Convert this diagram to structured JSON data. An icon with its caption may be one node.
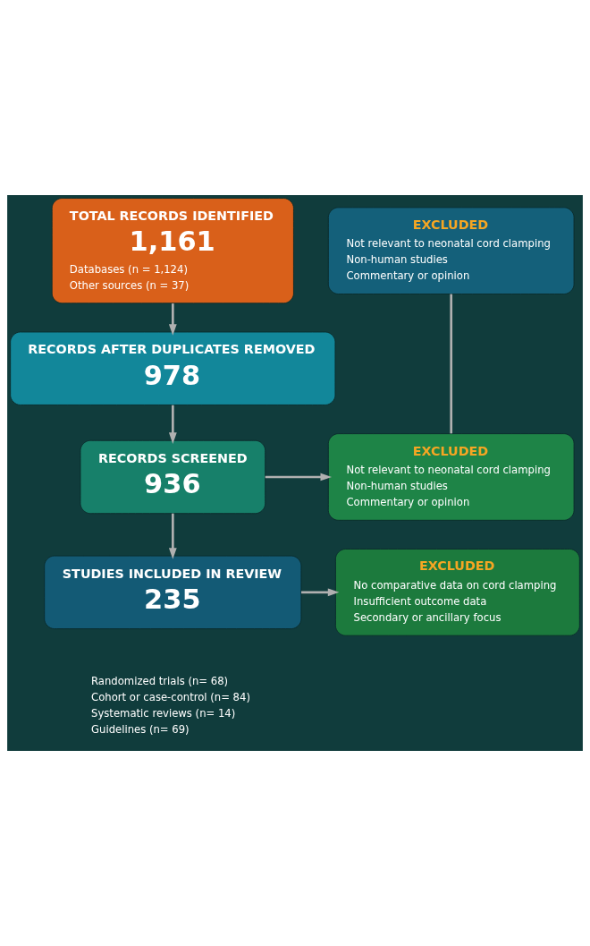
{
  "diagram": {
    "nodes": [
      {
        "text": [
          "TOTAL RECORDS IDENTIFIED",
          "1,161",
          "Databases (n = 1,124)",
          "Other sources (n = 37)"
        ]
      },
      {
        "text": [
          "EXCLUDED",
          "Not relevant to neonatal cord clamping",
          "Non-human studies",
          "Commentary or opinion"
        ]
      },
      {
        "text": [
          "RECORDS AFTER DUPLICATES REMOVED",
          "978"
        ]
      },
      {
        "text": [
          "EXCLUDED",
          "Not relevant to neonatal cord clamping",
          "Non-human studies",
          "Commentary or opinion"
        ]
      },
      {
        "text": [
          "RECORDS SCREENED",
          "936"
        ]
      },
      {
        "text": [
          "EXCLUDED",
          "No comparative data on cord clamping",
          "Insufficient outcome data",
          "Secondary or ancillary focus"
        ]
      },
      {
        "text": [
          "STUDIES INCLUDED IN REVIEW",
          "235"
        ],
        "beside": [
          "Randomized trials (n= 68)",
          "Cohort or case-control (n= 84)",
          "Systematic reviews (n= 14)",
          "Guidelines (n= 69)"
        ]
      }
    ],
    "edges": [
      {
        "from": 0,
        "to": 2,
        "arrow": "to"
      },
      {
        "from": 1,
        "to": 3,
        "arrow": "none"
      },
      {
        "from": 2,
        "to": 4,
        "arrow": "to"
      },
      {
        "from": 4,
        "to": 3,
        "arrow": "to"
      },
      {
        "from": 4,
        "to": 6,
        "arrow": "to"
      },
      {
        "from": 6,
        "to": 5,
        "arrow": "to"
      }
    ]
  }
}
